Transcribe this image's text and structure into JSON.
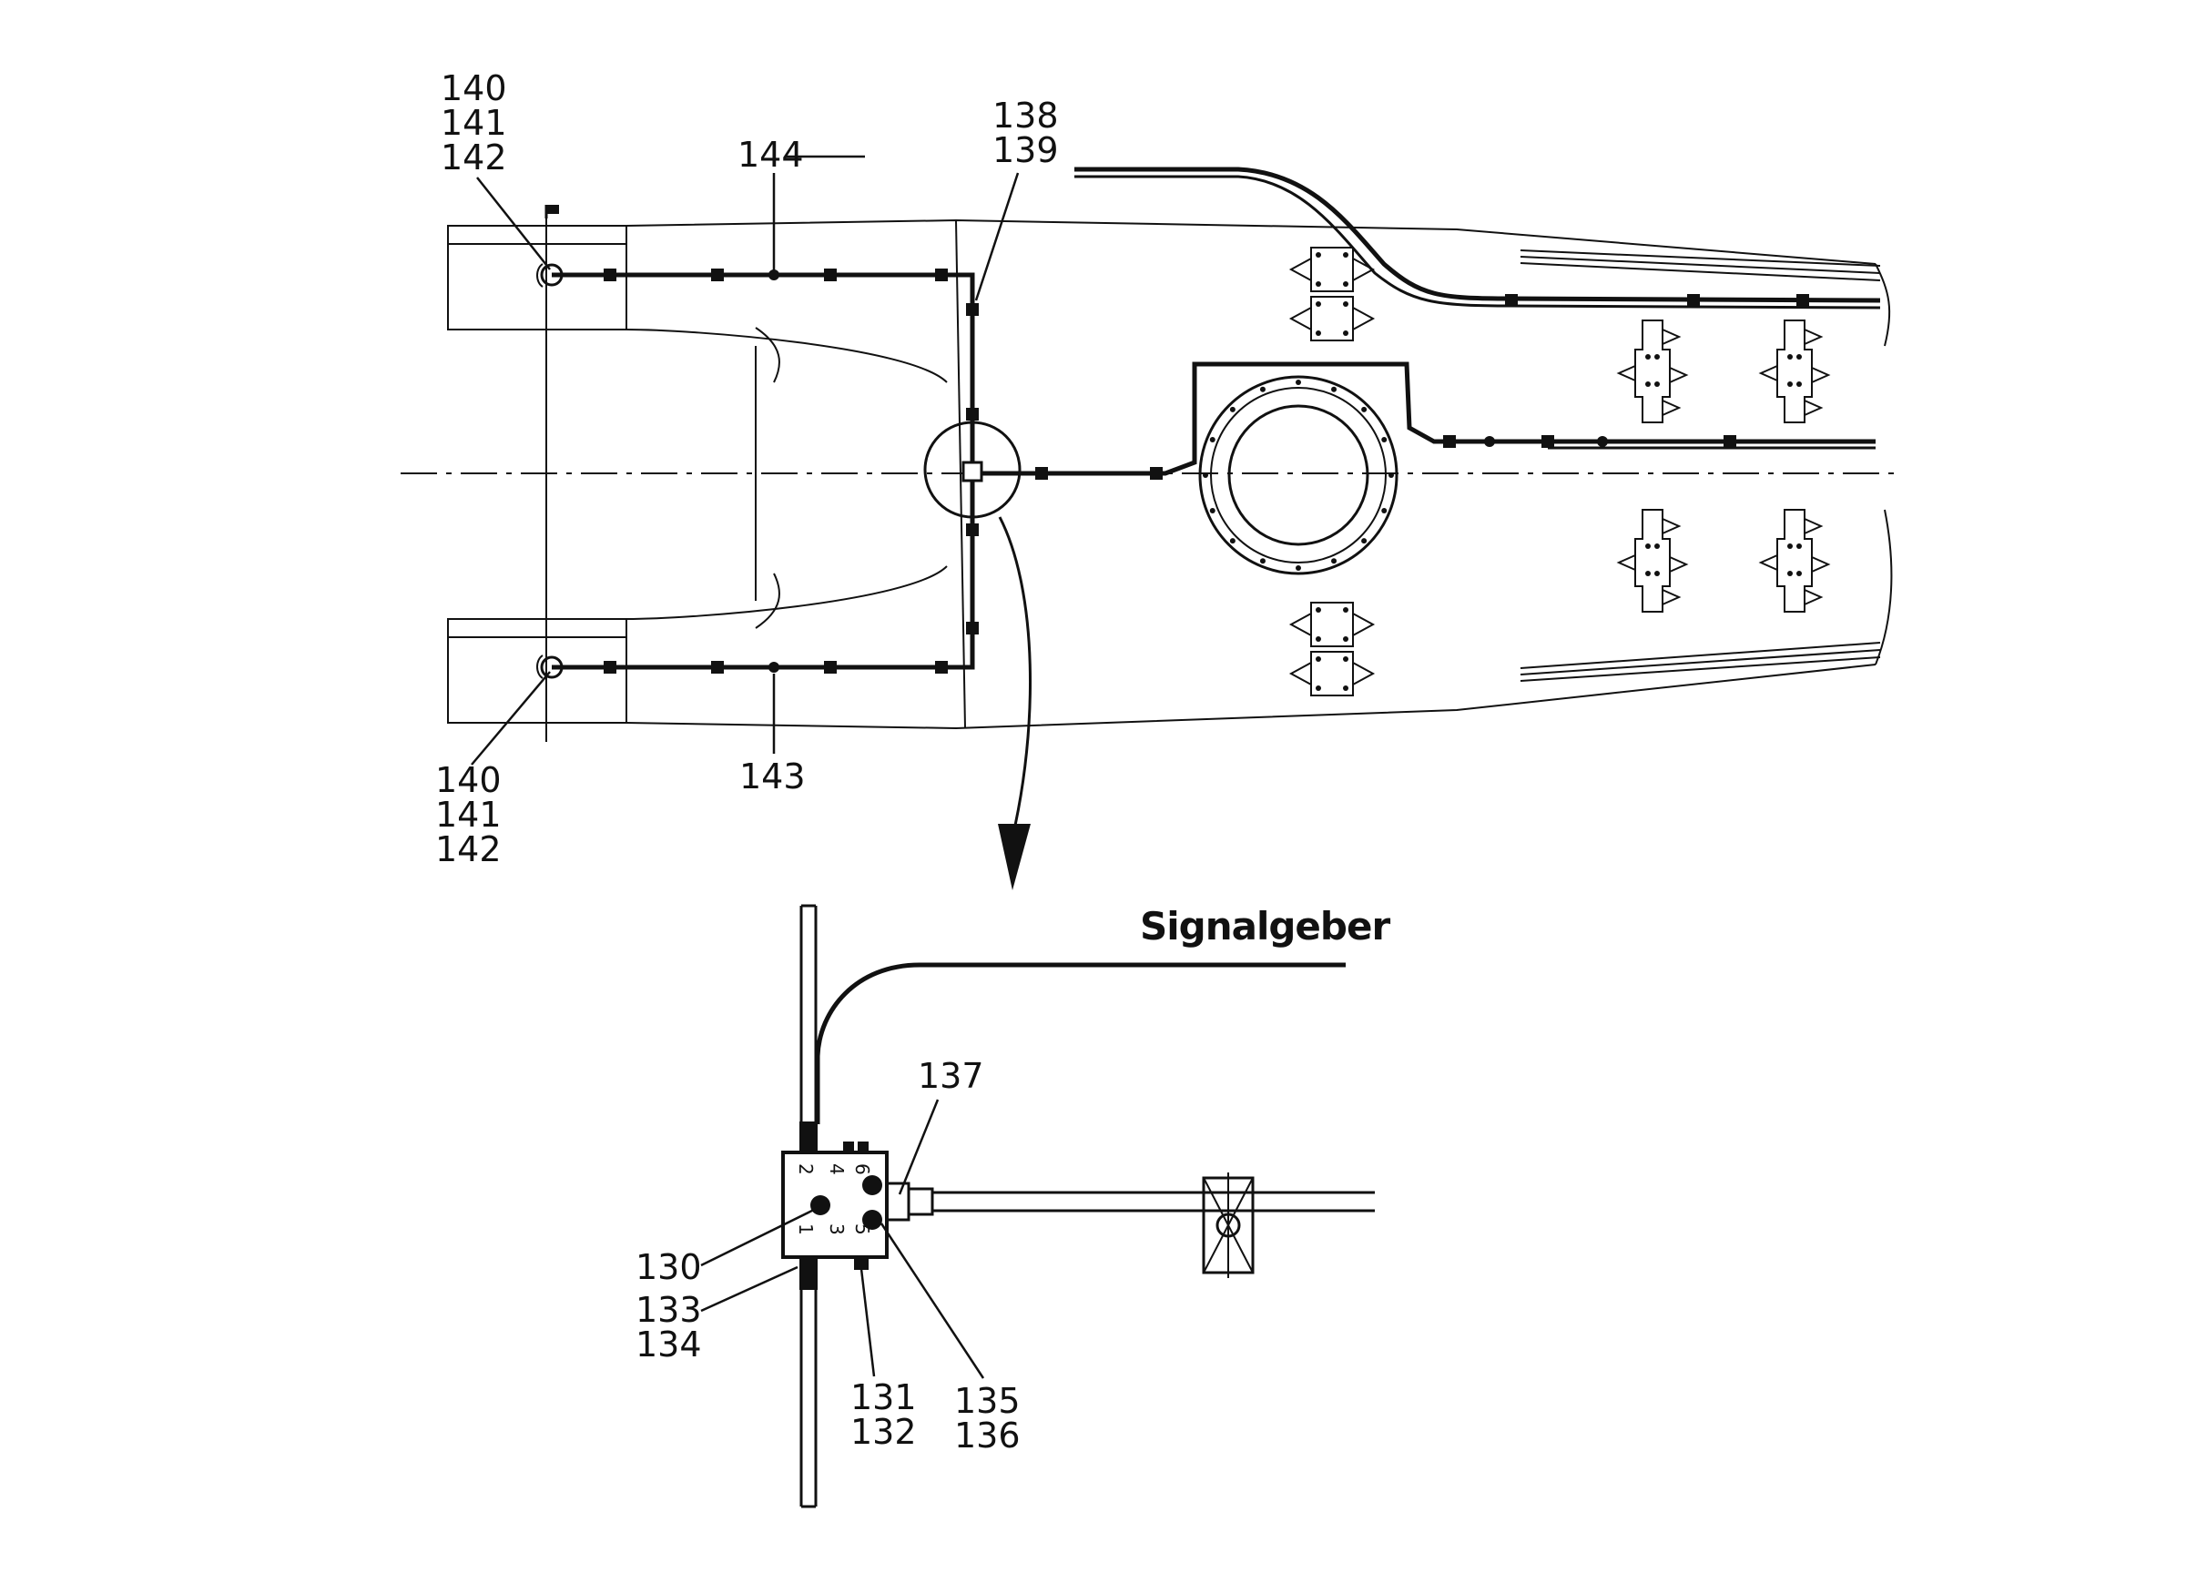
{
  "labels": {
    "top_left_ref": [
      "140",
      "141",
      "142"
    ],
    "bottom_left_ref": [
      "140",
      "141",
      "142"
    ],
    "upper_line_ref": "144",
    "lower_line_ref": "143",
    "junction_ref": [
      "138",
      "139"
    ],
    "signal_sender": "Signalgeber",
    "block_ref_130": "130",
    "block_ref_133_134": [
      "133",
      "134"
    ],
    "block_ref_131_132": [
      "131",
      "132"
    ],
    "block_ref_135_136": [
      "135",
      "136"
    ],
    "block_ref_137": "137"
  },
  "block_ports": [
    "2",
    "4",
    "6",
    "1",
    "3",
    "5"
  ]
}
